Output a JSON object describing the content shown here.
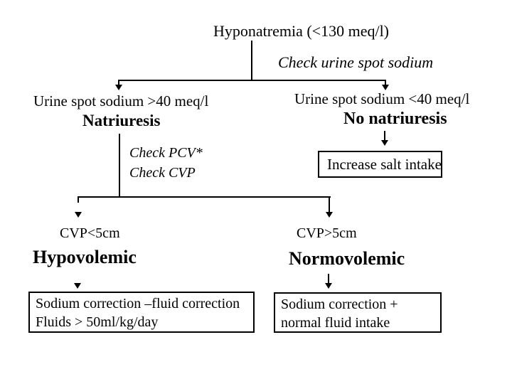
{
  "slide": {
    "background_color": "#ffffff",
    "line_color": "#000000"
  },
  "nodes": {
    "root": "Hyponatremia (<130 meq/l)",
    "decision": "Check urine spot sodium",
    "urine_high": "Urine spot sodium >40 meq/l",
    "natriuresis": "Natriuresis",
    "urine_low": "Urine spot sodium <40 meq/l",
    "no_natriuresis": "No natriuresis",
    "salt_box": "Increase salt intake",
    "check_pcv": "Check PCV*",
    "check_cvp": "Check CVP",
    "cvp_low": "CVP<5cm",
    "hypovolemic": "Hypovolemic",
    "cvp_high": "CVP>5cm",
    "normovolemic": "Normovolemic",
    "hypo_box_line1": "Sodium correction –fluid correction",
    "hypo_box_line2": "Fluids > 50ml/kg/day",
    "normo_box_line1": "Sodium correction +",
    "normo_box_line2": "normal fluid intake"
  }
}
